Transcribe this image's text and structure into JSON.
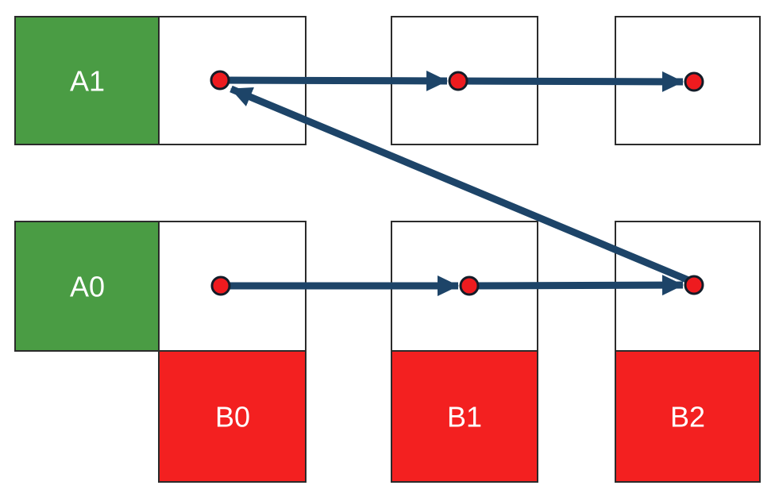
{
  "diagram": {
    "labels": {
      "a1": "A1",
      "a0": "A0",
      "b0": "B0",
      "b1": "B1",
      "b2": "B2"
    },
    "colors": {
      "green": "#4a9c44",
      "red": "#f32020",
      "dot": "#ee1b1f",
      "dot_outline": "#131c28",
      "arrow": "#1d4468",
      "border": "#2b2b2b",
      "label_text": "#ffffff",
      "background": "#ffffff"
    },
    "dots": [
      "top-dot-1",
      "top-dot-2",
      "top-dot-3",
      "bottom-dot-1",
      "bottom-dot-2",
      "bottom-dot-3"
    ],
    "arrows": [
      {
        "from": "top-dot-1",
        "to": "top-dot-2"
      },
      {
        "from": "top-dot-2",
        "to": "top-dot-3"
      },
      {
        "from": "bottom-dot-1",
        "to": "bottom-dot-2"
      },
      {
        "from": "bottom-dot-2",
        "to": "bottom-dot-3"
      },
      {
        "from": "bottom-dot-3",
        "to": "top-dot-1"
      }
    ]
  }
}
